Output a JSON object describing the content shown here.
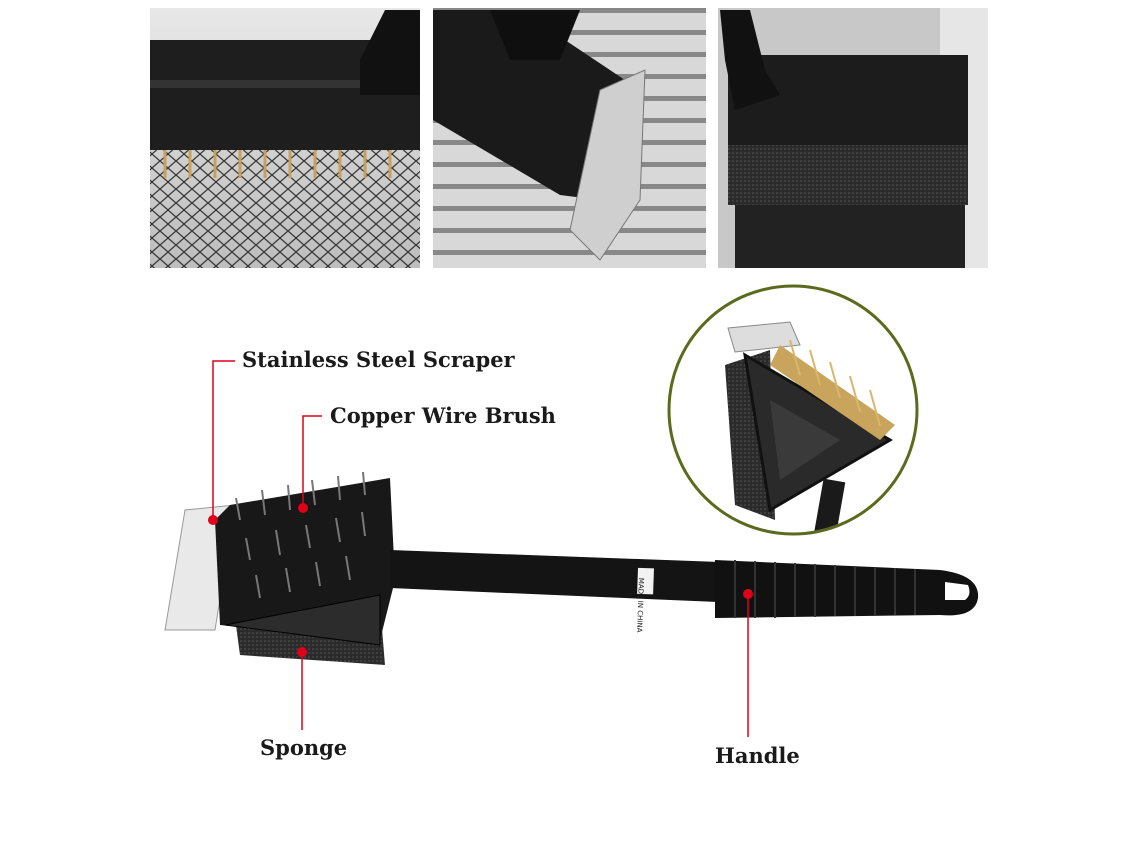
{
  "labels": {
    "scraper": "Stainless Steel Scraper",
    "brush": "Copper Wire Brush",
    "sponge": "Sponge",
    "handle": "Handle"
  },
  "product_print": "MADE IN CHINA",
  "colors": {
    "callout": "#e0001a",
    "plastic": "#141414",
    "copper": "#c9a45c",
    "inset_border": "#5b6b1e"
  }
}
